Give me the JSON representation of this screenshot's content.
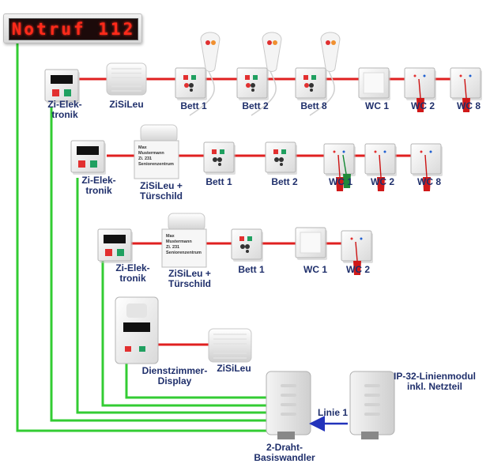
{
  "display": {
    "text": "Notruf 112"
  },
  "rows": [
    {
      "devices": [
        "Zi-Elek-|tronik",
        "ZiSiLeu",
        "Bett 1",
        "Bett 2",
        "Bett 8",
        "WC 1",
        "WC 2",
        "WC 8"
      ]
    },
    {
      "devices": [
        "Zi-Elek-|tronik",
        "ZiSiLeu +|Türschild",
        "Bett 1",
        "Bett 2",
        "WC 1",
        "WC 2",
        "WC 8"
      ]
    },
    {
      "devices": [
        "Zi-Elek-|tronik",
        "ZiSiLeu +|Türschild",
        "Bett 1",
        "WC 1",
        "WC 2"
      ]
    },
    {
      "devices": [
        "Dienstzimmer-|Display",
        "ZiSiLeu"
      ]
    }
  ],
  "doorplate": {
    "name": "Max|Mustermann",
    "room": "Zi. 231",
    "ward": "Seniorenzentrum"
  },
  "modules": {
    "converter_label": "2-Draht-|Basiswandler",
    "line_module_label": "IP-32-Linienmodul|inkl. Netzteil",
    "link_label": "Linie 1"
  },
  "colors": {
    "bus_line": "#e02020",
    "wire": "#33cc33",
    "link_arrow": "#2233bb",
    "label": "#1f2f6b",
    "call_cord": "#cc1111"
  }
}
